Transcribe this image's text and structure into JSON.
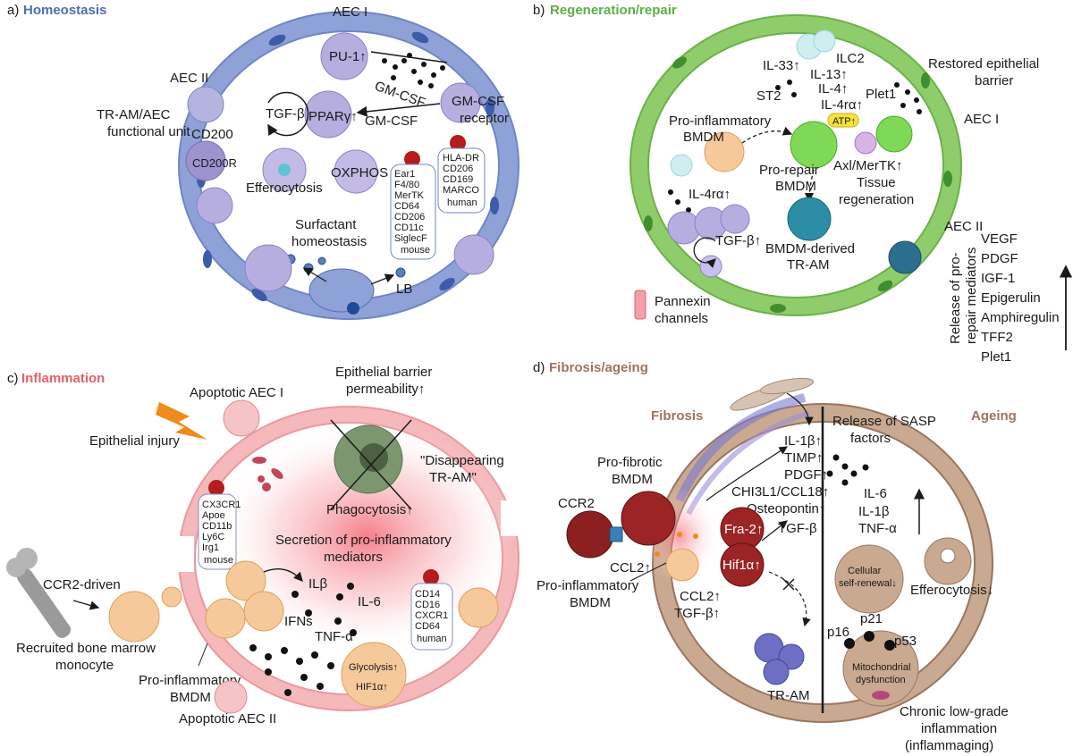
{
  "panel_a": {
    "letter": "a)",
    "title": "Homeostasis",
    "title_color": "#4f6fb3",
    "aec1": "AEC I",
    "aec2": "AEC II",
    "trm_unit_1": "TR-AM/AEC",
    "trm_unit_2": "functional unit",
    "cd200": "CD200",
    "cd200r": "CD200R",
    "pu1": "PU-1↑",
    "ppar": "PPARγ↑",
    "tgfb": "TGF-β",
    "gmcsf_1": "GM-CSF",
    "gmcsf_2": "GM-CSF",
    "gmcsf_receptor_1": "GM-CSF",
    "gmcsf_receptor_2": "receptor",
    "efferocytosis": "Efferocytosis",
    "oxphos": "OXPHOS",
    "surfactant_1": "Surfactant",
    "surfactant_2": "homeostasis",
    "lb": "LB",
    "mouse_markers": [
      "Ear1",
      "F4/80",
      "MerTK",
      "CD64",
      "CD206",
      "CD11c",
      "SiglecF",
      "mouse"
    ],
    "human_markers": [
      "HLA-DR",
      "CD206",
      "CD169",
      "MARCO",
      "human"
    ]
  },
  "panel_b": {
    "letter": "b)",
    "title": "Regeneration/repair",
    "title_color": "#5fae4a",
    "il33": "IL-33↑",
    "ilc2": "ILC2",
    "il13": "IL-13↑",
    "il4": "IL-4↑",
    "st2": "ST2",
    "il4ra": "IL-4rα↑",
    "atp": "ATP↑",
    "plet1": "Plet1",
    "restored_1": "Restored epithelial",
    "restored_2": "barrier",
    "aec1": "AEC I",
    "aec2": "AEC II",
    "proinf_1": "Pro-inflammatory",
    "proinf_2": "BMDM",
    "prorepair_1": "Pro-repair",
    "prorepair_2": "BMDM",
    "axl": "Axl/MerTK↑",
    "tissue_1": "Tissue",
    "tissue_2": "regeneration",
    "il4ra_2": "IL-4rα↑",
    "tgfb": "TGF-β↑",
    "derived_1": "BMDM-derived",
    "derived_2": "TR-AM",
    "pannexin_1": "Pannexin",
    "pannexin_2": "channels",
    "release_1": "Release of pro-",
    "release_2": "repair mediators",
    "mediators": [
      "VEGF",
      "PDGF",
      "IGF-1",
      "Epigerulin",
      "Amphiregulin",
      "TFF2",
      "Plet1"
    ]
  },
  "panel_c": {
    "letter": "c)",
    "title": "Inflammation",
    "title_color": "#e0626a",
    "apoptotic1": "Apoptotic AEC I",
    "epi_injury": "Epithelial injury",
    "barrier_1": "Epithelial barrier",
    "barrier_2": "permeability↑",
    "disappearing_1": "\"Disappearing",
    "disappearing_2": "TR-AM\"",
    "phagocytosis": "Phagocytosis↑",
    "secretion_1": "Secretion of pro-inflammatory",
    "secretion_2": "mediators",
    "ccr2": "CCR2-driven",
    "recruited_1": "Recruited bone marrow",
    "recruited_2": "monocyte",
    "ilb": "ILβ",
    "il6": "IL-6",
    "ifns": "IFNs",
    "tnfa": "TNF-α",
    "proinf_1": "Pro-inflammatory",
    "proinf_2": "BMDM",
    "apoptotic2": "Apoptotic AEC II",
    "glycolysis": "Glycolysis↑",
    "hif1a": "HIF1α↑",
    "mouse_markers": [
      "CX3CR1",
      "Apoe",
      "CD11b",
      "Ly6C",
      "Irg1",
      "mouse"
    ],
    "human_markers": [
      "CD14",
      "CD16",
      "CXCR1",
      "CD64",
      "human"
    ]
  },
  "panel_d": {
    "letter": "d)",
    "title": "Fibrosis/ageing",
    "title_color": "#9a7560",
    "fibrosis": "Fibrosis",
    "ageing": "Ageing",
    "sasp_1": "Release of SASP",
    "sasp_2": "factors",
    "profib_1": "Pro-fibrotic",
    "profib_2": "BMDM",
    "ccr2": "CCR2",
    "ccl2": "CCL2↑",
    "fibro_factors": [
      "IL-1β↑",
      "TIMP↑",
      "PDGF↑",
      "CHI3L1/CCL18↑",
      "Osteopontin↑"
    ],
    "fra2": "Fra-2↑",
    "hif1a": "Hif1α↑",
    "tgfb": "TGF-β",
    "proinf_1": "Pro-inflammatory",
    "proinf_2": "BMDM",
    "ccl2_b": "CCL2↑",
    "tgfb_b": "TGF-β↑",
    "tram": "TR-AM",
    "il6": "IL-6",
    "il1b": "IL-1β",
    "tnfa": "TNF-α",
    "selfrenew_1": "Cellular",
    "selfrenew_2": "self-renewal↓",
    "efferocytosis": "Efferocytosis↓",
    "p16": "p16",
    "p21": "p21",
    "p53": "p53",
    "mito_1": "Mitochondrial",
    "mito_2": "dysfunction",
    "chronic_1": "Chronic low-grade",
    "chronic_2": "inflammation",
    "chronic_3": "(inflammaging)"
  }
}
